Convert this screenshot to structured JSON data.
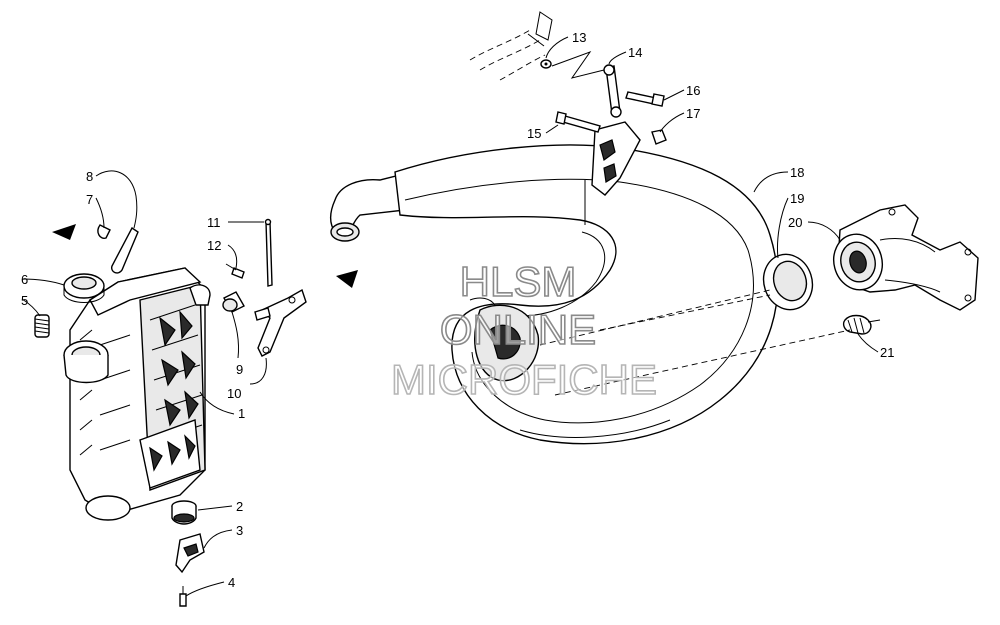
{
  "watermark": {
    "line1": "HLSM",
    "line2": "ONLINE",
    "line3": "MICROFICHE"
  },
  "callouts": {
    "c1": "1",
    "c2": "2",
    "c3": "3",
    "c4": "4",
    "c5": "5",
    "c6": "6",
    "c7": "7",
    "c8": "8",
    "c9": "9",
    "c10": "10",
    "c11": "11",
    "c12": "12",
    "c13": "13",
    "c14": "14",
    "c15": "15",
    "c16": "16",
    "c17": "17",
    "c18": "18",
    "c19": "19",
    "c20": "20",
    "c21": "21"
  },
  "icons": {
    "direction_arrow": "arrow-triangle-icon"
  }
}
